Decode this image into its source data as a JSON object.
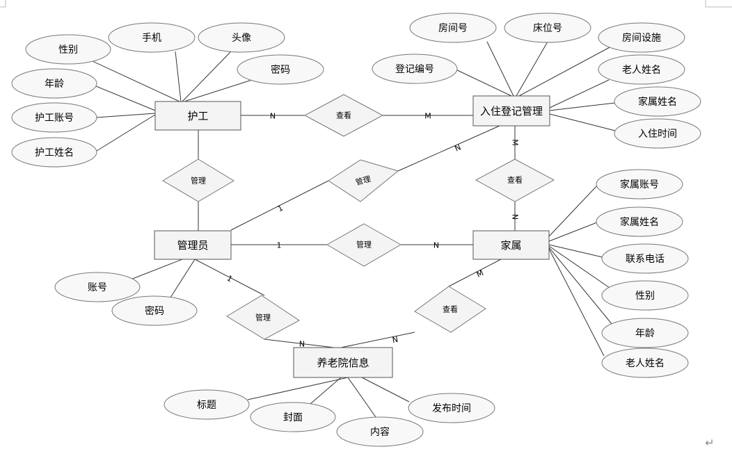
{
  "entities": {
    "nurse": "护工",
    "checkin": "入住登记管理",
    "admin": "管理员",
    "family": "家属",
    "home_info": "养老院信息"
  },
  "attributes": {
    "nurse_gender": "性别",
    "nurse_phone": "手机",
    "nurse_avatar": "头像",
    "nurse_password": "密码",
    "nurse_age": "年龄",
    "nurse_account": "护工账号",
    "nurse_name": "护工姓名",
    "checkin_room_no": "房间号",
    "checkin_bed_no": "床位号",
    "checkin_facilities": "房间设施",
    "checkin_reg_no": "登记编号",
    "checkin_elder_name": "老人姓名",
    "checkin_family_name": "家属姓名",
    "checkin_time": "入住时间",
    "family_account": "家属账号",
    "family_name": "家属姓名",
    "family_contact": "联系电话",
    "family_gender": "性别",
    "family_age": "年龄",
    "family_elder_name": "老人姓名",
    "admin_account": "账号",
    "admin_password": "密码",
    "home_title": "标题",
    "home_cover": "封面",
    "home_content": "内容",
    "home_publish_time": "发布时间"
  },
  "relationships": {
    "nurse_view_checkin": "查看",
    "admin_manage_nurse": "管理",
    "admin_manage_checkin": "管理",
    "family_view_checkin": "查看",
    "admin_manage_family": "管理",
    "admin_manage_home": "管理",
    "family_view_home": "查看"
  },
  "cardinalities": {
    "nurse_view_n": "N",
    "nurse_view_m": "M",
    "checkin_admin_n": "N",
    "checkin_admin_1": "1",
    "checkin_family_m": "M",
    "checkin_family_n": "N",
    "admin_family_1": "1",
    "admin_family_n": "N",
    "admin_home_1": "1",
    "admin_home_n": "N",
    "family_home_m": "M",
    "family_home_n": "N"
  },
  "marks": {
    "return_symbol": "↵"
  }
}
